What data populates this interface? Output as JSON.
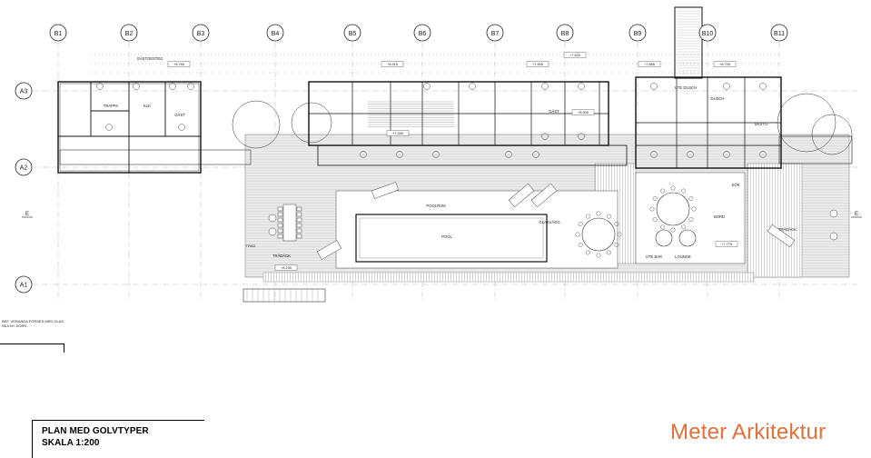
{
  "grid": {
    "columns": [
      "B1",
      "B2",
      "B3",
      "B4",
      "B5",
      "B6",
      "B7",
      "B8",
      "B9",
      "B10",
      "B11"
    ],
    "rows": [
      "A3",
      "A2",
      "A1"
    ],
    "section_markers": [
      "E",
      "E"
    ]
  },
  "rooms": {
    "gastgesteg": "GÄSTGESTEG",
    "trappa": "TRAPPA",
    "klk": "KLK",
    "gast1": "GÄST",
    "gast2": "GÄST",
    "ute_dusch": "UTE DUSCH",
    "dusch": "DUSCH",
    "bastu": "BASTU",
    "pool": "POOL",
    "poolrum": "POOLRUM",
    "tradack_left": "TRÄDÄCK",
    "tradack_right": "TRÄDÄCK",
    "kok": "KÖK",
    "bord": "BORD",
    "glasvagg": "GLASVÄGG",
    "lounge": "LOUNGE",
    "ute_bar": "UTE BAR"
  },
  "levels": [
    "+8.765",
    "+8.915",
    "+7.905",
    "+7.625",
    "+7.885",
    "+8.705",
    "+7.945",
    "+8.905",
    "+7.775",
    "+8.235"
  ],
  "annotations": {
    "tree": "TRÄD",
    "note": "BEF. VERANDA FÖRSES MED GLAS SEA NY DÖRR"
  },
  "title_block": {
    "line1": "PLAN MED GOLVTYPER",
    "line2": "SKALA 1:200"
  },
  "brand": {
    "name": "Meter Arkitektur",
    "color": "#e2703a"
  }
}
